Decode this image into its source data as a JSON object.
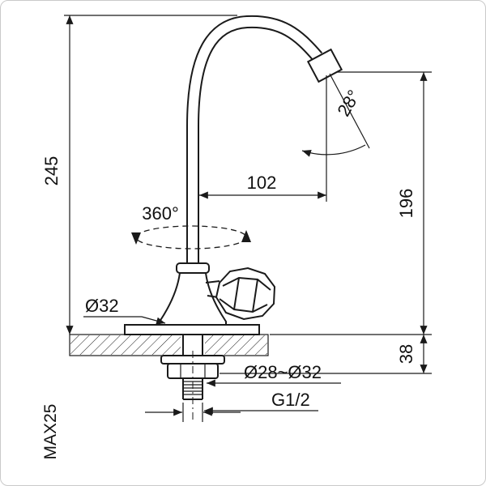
{
  "diagram": {
    "type": "technical-drawing",
    "subject": "swivel kitchen faucet with gooseneck spout, dimensioned",
    "labels": {
      "overall_height": "245",
      "outlet_height": "196",
      "spout_reach": "102",
      "outlet_angle": "28°",
      "swivel_range": "360°",
      "body_diameter": "Ø32",
      "mounting_hole": "Ø28~Ø32",
      "thread_size": "G1/2",
      "under_deck": "38",
      "max_deck_thickness": "MAX25"
    },
    "colors": {
      "line": "#1a1a1a",
      "background": "#ffffff"
    }
  }
}
